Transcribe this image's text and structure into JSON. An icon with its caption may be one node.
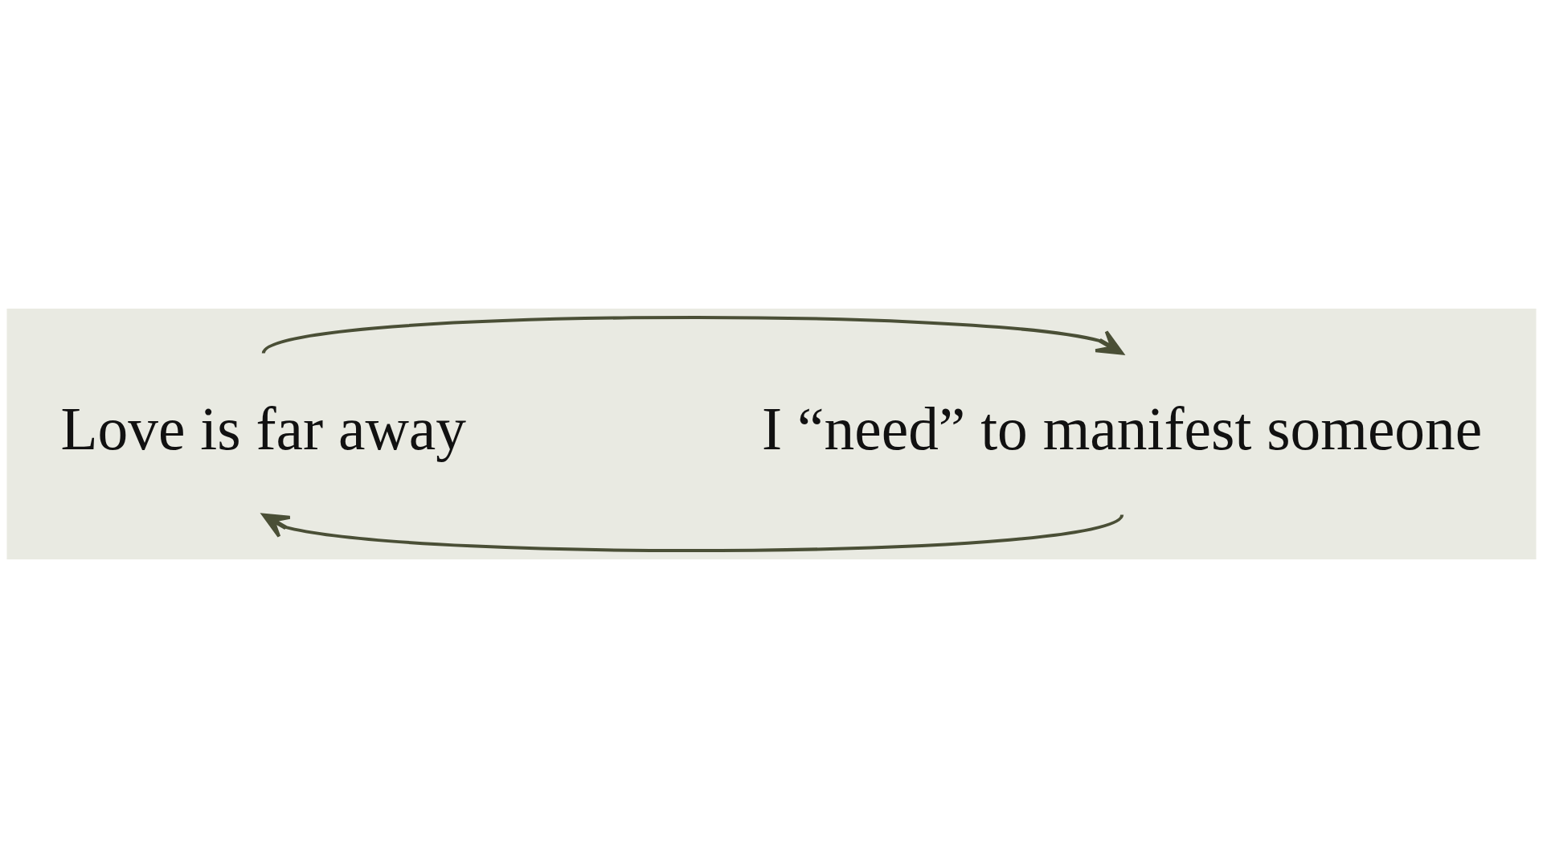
{
  "diagram": {
    "nodes": [
      {
        "text": [
          "Love is far away"
        ]
      },
      {
        "text": [
          "I “need” to manifest someone"
        ]
      }
    ],
    "edges": [
      {
        "from": 0,
        "to": 1,
        "arrow": "to"
      },
      {
        "from": 1,
        "to": 0,
        "arrow": "to"
      }
    ]
  }
}
